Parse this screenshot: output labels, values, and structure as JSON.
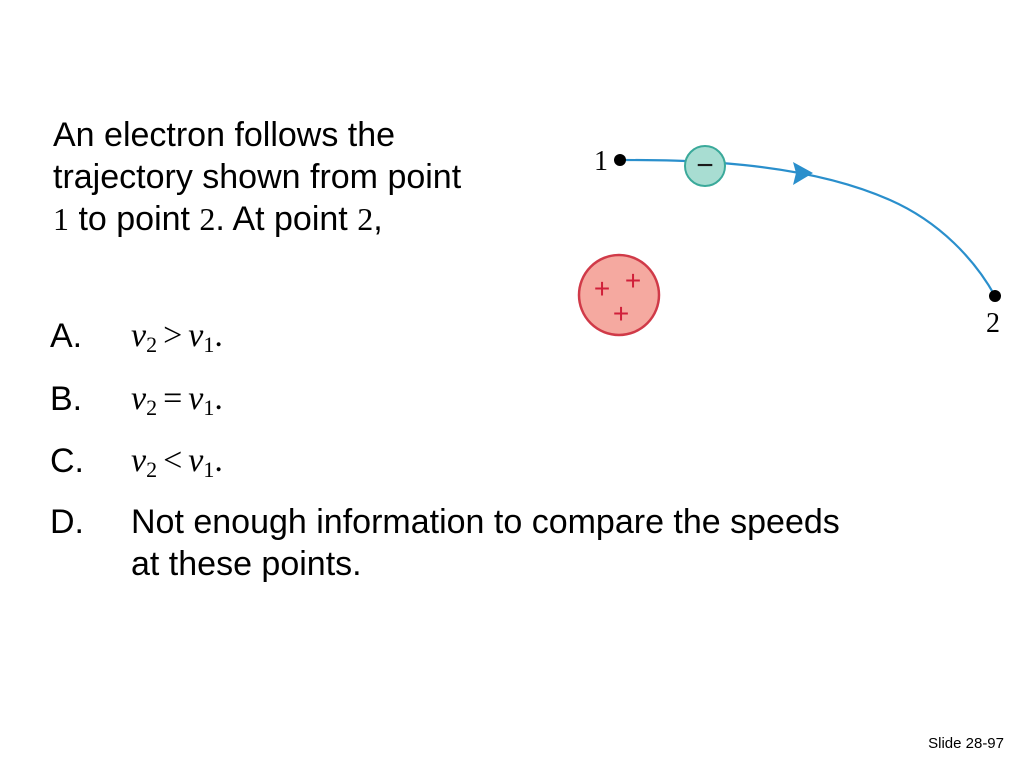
{
  "question": {
    "line1": "An electron follows the",
    "line2": "trajectory shown from point",
    "line3_num1": "1",
    "line3_mid": " to point ",
    "line3_num2": "2",
    "line3_mid2": ". At point ",
    "line3_num3": "2",
    "line3_end": ","
  },
  "options": [
    {
      "letter": "A.",
      "var1": "v",
      "sub1": "2",
      "op": ">",
      "var2": "v",
      "sub2": "1",
      "end": "."
    },
    {
      "letter": "B.",
      "var1": "v",
      "sub1": "2",
      "op": "=",
      "var2": "v",
      "sub2": "1",
      "end": "."
    },
    {
      "letter": "C.",
      "var1": "v",
      "sub1": "2",
      "op": "<",
      "var2": "v",
      "sub2": "1",
      "end": "."
    },
    {
      "letter": "D.",
      "text": "Not enough information to compare the speeds at these points."
    }
  ],
  "diagram": {
    "point1_label": "1",
    "point2_label": "2",
    "electron_sign": "−",
    "positive_signs": [
      "+",
      "+",
      "+"
    ],
    "colors": {
      "trajectory": "#2a8fcc",
      "electron_fill": "#a8ddd2",
      "electron_stroke": "#3aa99a",
      "positive_fill": "#f5a9a0",
      "positive_stroke": "#d03a48",
      "sign": "#d0203a"
    }
  },
  "slide_number": "Slide 28-97"
}
